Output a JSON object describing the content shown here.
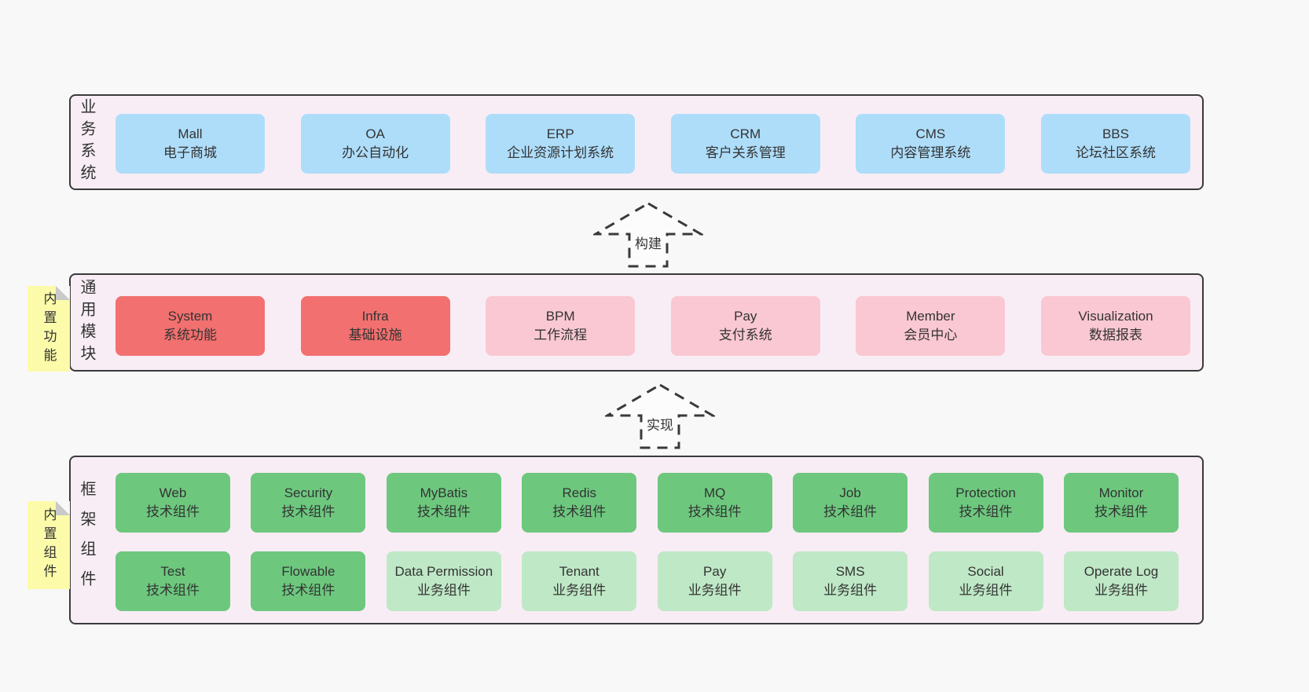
{
  "colors": {
    "page_bg": "#f8f8f8",
    "container_bg": "#f8edf5",
    "container_border": "#3a3a3a",
    "box_blue": "#aeddfa",
    "box_red": "#f2706f",
    "box_pink": "#fac8d2",
    "box_green_dark": "#6dc87e",
    "box_green_light": "#bfe8c6",
    "note_yellow": "#fbfba9",
    "text": "#333333"
  },
  "arrows": {
    "build": "构建",
    "implement": "实现"
  },
  "business": {
    "label": "业务系统",
    "boxes": [
      {
        "title": "Mall",
        "subtitle": "电子商城"
      },
      {
        "title": "OA",
        "subtitle": "办公自动化"
      },
      {
        "title": "ERP",
        "subtitle": "企业资源计划系统"
      },
      {
        "title": "CRM",
        "subtitle": "客户关系管理"
      },
      {
        "title": "CMS",
        "subtitle": "内容管理系统"
      },
      {
        "title": "BBS",
        "subtitle": "论坛社区系统"
      }
    ]
  },
  "modules": {
    "label": "通用模块",
    "note": "内置功能",
    "boxes": [
      {
        "title": "System",
        "subtitle": "系统功能",
        "variant": "red"
      },
      {
        "title": "Infra",
        "subtitle": "基础设施",
        "variant": "red"
      },
      {
        "title": "BPM",
        "subtitle": "工作流程",
        "variant": "pink"
      },
      {
        "title": "Pay",
        "subtitle": "支付系统",
        "variant": "pink"
      },
      {
        "title": "Member",
        "subtitle": "会员中心",
        "variant": "pink"
      },
      {
        "title": "Visualization",
        "subtitle": "数据报表",
        "variant": "pink"
      }
    ]
  },
  "framework": {
    "label": "框架组件",
    "note": "内置组件",
    "row1": [
      {
        "title": "Web",
        "subtitle": "技术组件",
        "variant": "green-dark"
      },
      {
        "title": "Security",
        "subtitle": "技术组件",
        "variant": "green-dark"
      },
      {
        "title": "MyBatis",
        "subtitle": "技术组件",
        "variant": "green-dark"
      },
      {
        "title": "Redis",
        "subtitle": "技术组件",
        "variant": "green-dark"
      },
      {
        "title": "MQ",
        "subtitle": "技术组件",
        "variant": "green-dark"
      },
      {
        "title": "Job",
        "subtitle": "技术组件",
        "variant": "green-dark"
      },
      {
        "title": "Protection",
        "subtitle": "技术组件",
        "variant": "green-dark"
      },
      {
        "title": "Monitor",
        "subtitle": "技术组件",
        "variant": "green-dark"
      }
    ],
    "row2": [
      {
        "title": "Test",
        "subtitle": "技术组件",
        "variant": "green-dark"
      },
      {
        "title": "Flowable",
        "subtitle": "技术组件",
        "variant": "green-dark"
      },
      {
        "title": "Data Permission",
        "subtitle": "业务组件",
        "variant": "green-light"
      },
      {
        "title": "Tenant",
        "subtitle": "业务组件",
        "variant": "green-light"
      },
      {
        "title": "Pay",
        "subtitle": "业务组件",
        "variant": "green-light"
      },
      {
        "title": "SMS",
        "subtitle": "业务组件",
        "variant": "green-light"
      },
      {
        "title": "Social",
        "subtitle": "业务组件",
        "variant": "green-light"
      },
      {
        "title": "Operate Log",
        "subtitle": "业务组件",
        "variant": "green-light"
      }
    ]
  }
}
